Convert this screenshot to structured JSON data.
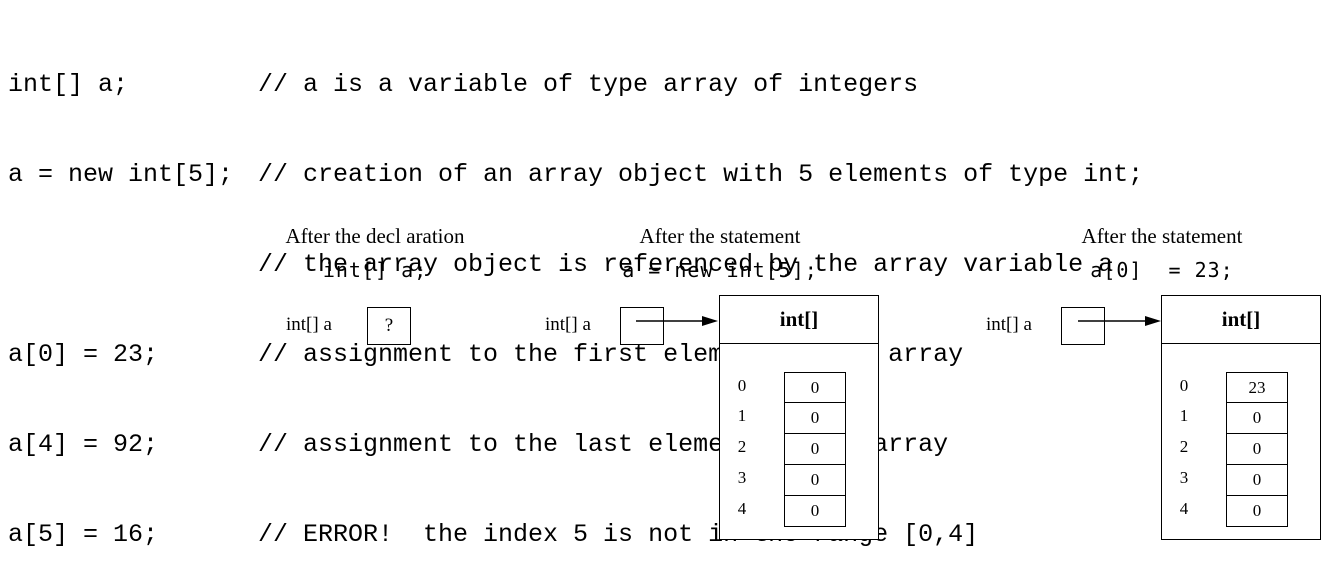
{
  "code": [
    {
      "stmt": "int[] a;",
      "comment": "// a is a variable of type array of integers"
    },
    {
      "stmt": "a = new int[5];",
      "comment": "// creation of an array object with 5 elements of type int;"
    },
    {
      "stmt": "",
      "comment": "// the array object is referenced by the array variable a"
    },
    {
      "stmt": "a[0] = 23;",
      "comment": "// assignment to the first element of the array"
    },
    {
      "stmt": "a[4] = 92;",
      "comment": "// assignment to the last element of the array"
    },
    {
      "stmt": "a[5] = 16;",
      "comment": "// ERROR!  the index 5 is not in the range [0,4]"
    }
  ],
  "panels": [
    {
      "caption": "After the decl aration",
      "statement": "int[] a;",
      "var_label": "int[] a",
      "var_value": "?"
    },
    {
      "caption": "After the statement",
      "statement": "a = new int[5];",
      "var_label": "int[] a",
      "array_type": "int[]",
      "indices": [
        "0",
        "1",
        "2",
        "3",
        "4"
      ],
      "values": [
        "0",
        "0",
        "0",
        "0",
        "0"
      ]
    },
    {
      "caption": "After the statement",
      "statement": "a[0]  = 23;",
      "var_label": "int[] a",
      "array_type": "int[]",
      "indices": [
        "0",
        "1",
        "2",
        "3",
        "4"
      ],
      "values": [
        "23",
        "0",
        "0",
        "0",
        "0"
      ]
    }
  ]
}
